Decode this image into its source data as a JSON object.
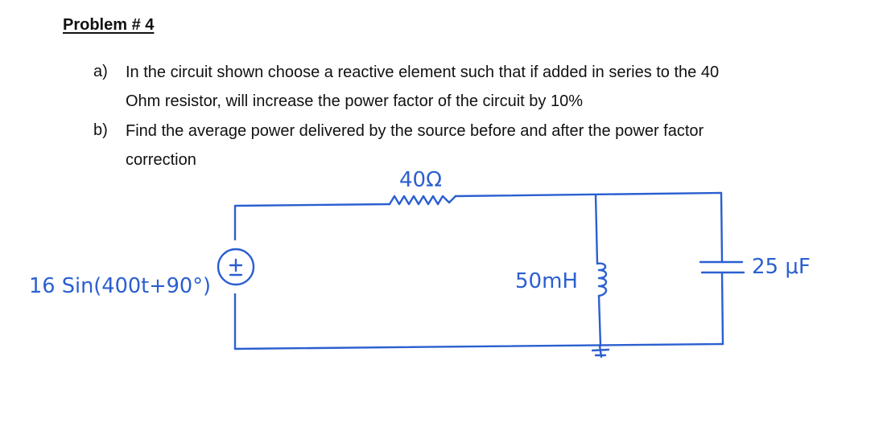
{
  "problem": {
    "title": "Problem # 4",
    "parts": [
      {
        "letter": "a)",
        "lines": [
          "In the circuit shown choose a reactive element such that if added in series to the 40",
          "Ohm resistor, will increase the power factor of the circuit by 10%"
        ]
      },
      {
        "letter": "b)",
        "lines": [
          "Find the average power delivered by the source before and after the power factor",
          "correction"
        ]
      }
    ]
  },
  "circuit": {
    "ink_color": "#2b5fd0",
    "resistor_label": "40Ω",
    "source_label": "16 Sin(400t+90°)",
    "source_symbol": "±",
    "inductor_label": "50mH",
    "capacitor_label": "25 μF"
  }
}
